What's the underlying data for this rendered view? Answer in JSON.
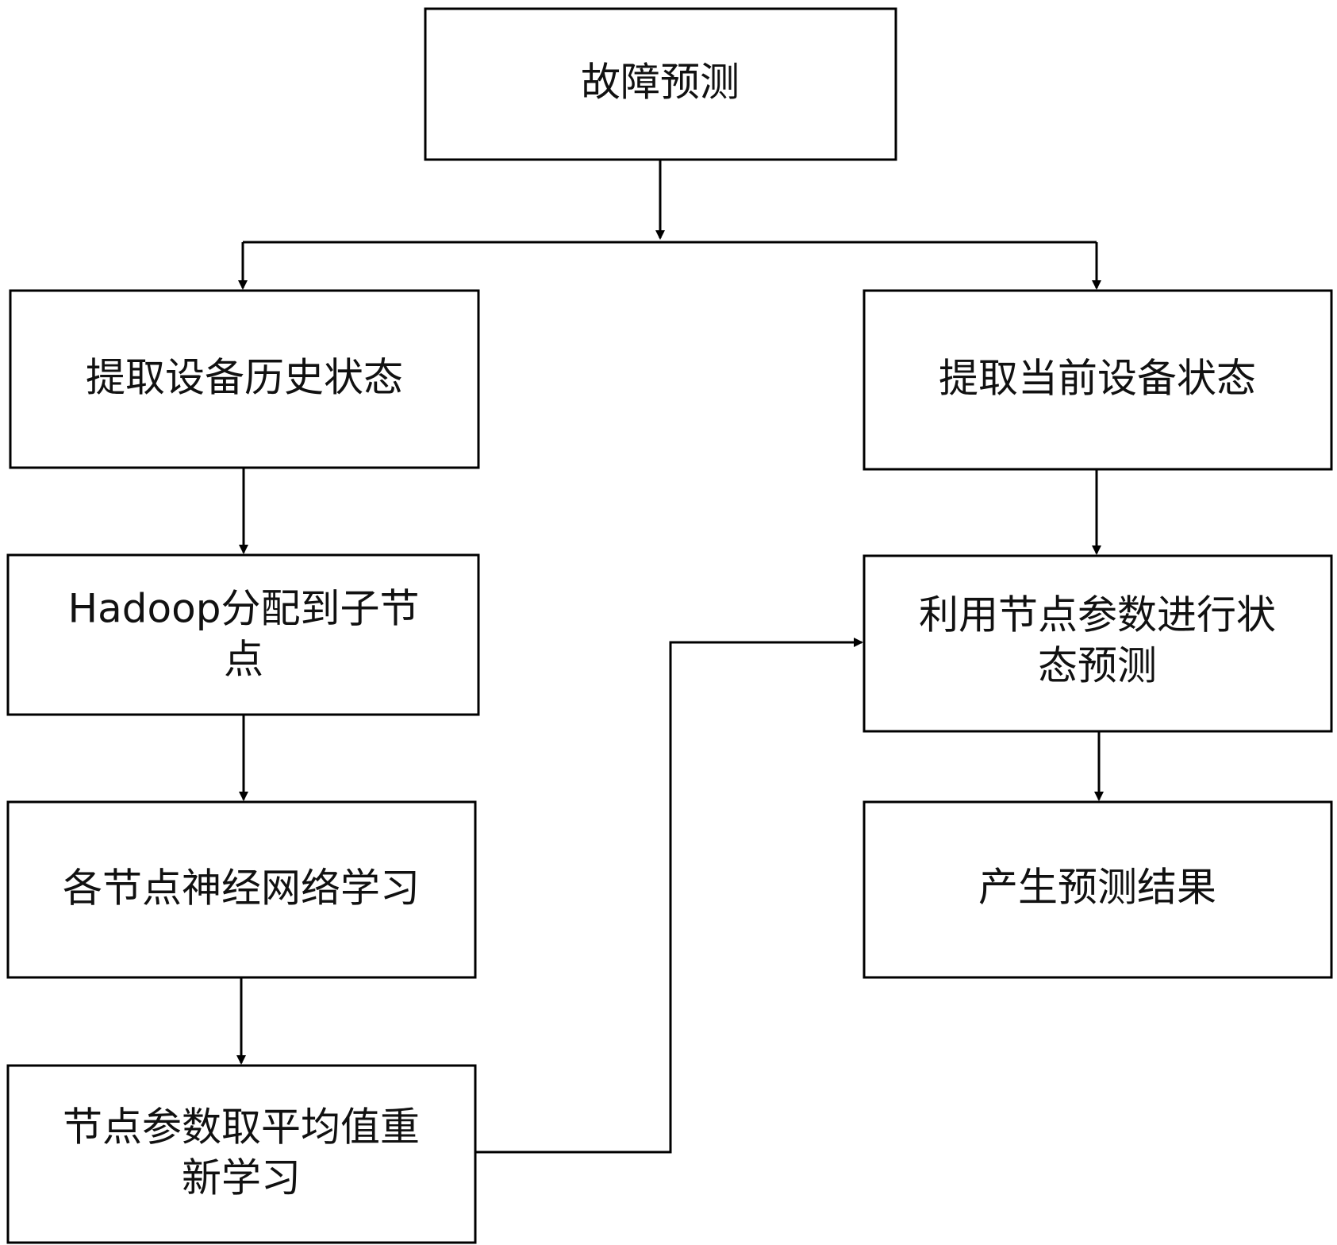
{
  "nodes": {
    "fault_prediction": "故障预测",
    "extract_history": "提取设备历史状态",
    "hadoop_distribute": [
      "Hadoop分配到子节",
      "点"
    ],
    "node_nn_learning": "各节点神经网络学习",
    "param_average": [
      "节点参数取平均值重",
      "新学习"
    ],
    "extract_current": "提取当前设备状态",
    "state_prediction": [
      "利用节点参数进行状",
      "态预测"
    ],
    "prediction_result": "产生预测结果"
  },
  "edges": [
    {
      "from": "fault_prediction",
      "to": "extract_history"
    },
    {
      "from": "fault_prediction",
      "to": "extract_current"
    },
    {
      "from": "extract_history",
      "to": "hadoop_distribute"
    },
    {
      "from": "hadoop_distribute",
      "to": "node_nn_learning"
    },
    {
      "from": "node_nn_learning",
      "to": "param_average"
    },
    {
      "from": "param_average",
      "to": "state_prediction"
    },
    {
      "from": "extract_current",
      "to": "state_prediction"
    },
    {
      "from": "state_prediction",
      "to": "prediction_result"
    }
  ]
}
